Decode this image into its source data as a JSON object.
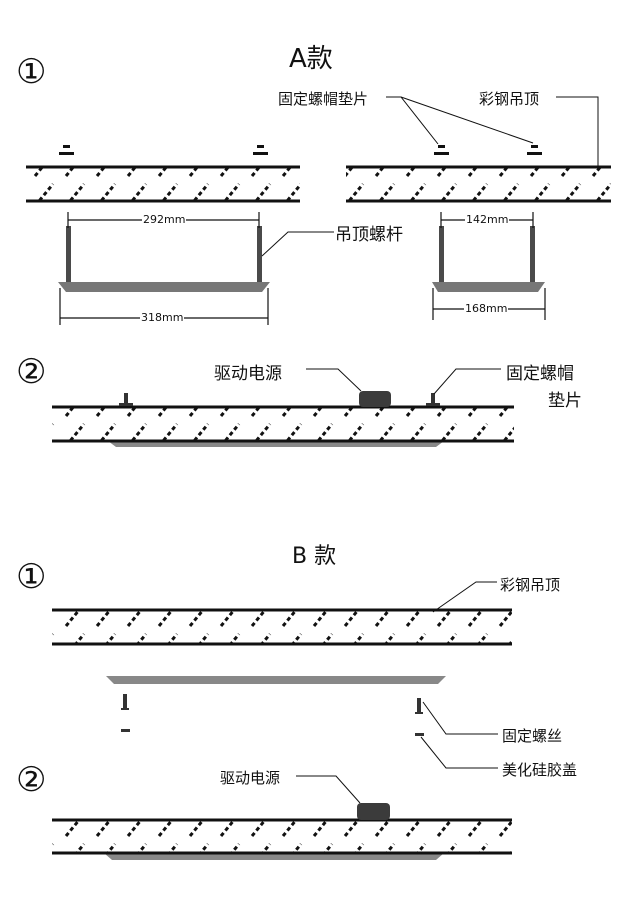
{
  "section_a": {
    "title": "A款",
    "step1": "①",
    "step2": "②",
    "labels": {
      "washer_top": "固定螺帽垫片",
      "steel_ceiling": "彩钢吊顶",
      "rod": "吊顶螺杆",
      "driver": "驱动电源",
      "washer_side_line1": "固定螺帽",
      "washer_side_line2": "垫片"
    },
    "dimensions": {
      "left_top": "292mm",
      "left_bottom": "318mm",
      "right_top": "142mm",
      "right_bottom": "168mm"
    }
  },
  "section_b": {
    "title": "B 款",
    "step1": "①",
    "step2": "②",
    "labels": {
      "steel_ceiling": "彩钢吊顶",
      "screw": "固定螺丝",
      "silicone_cap": "美化硅胶盖",
      "driver": "驱动电源"
    }
  }
}
